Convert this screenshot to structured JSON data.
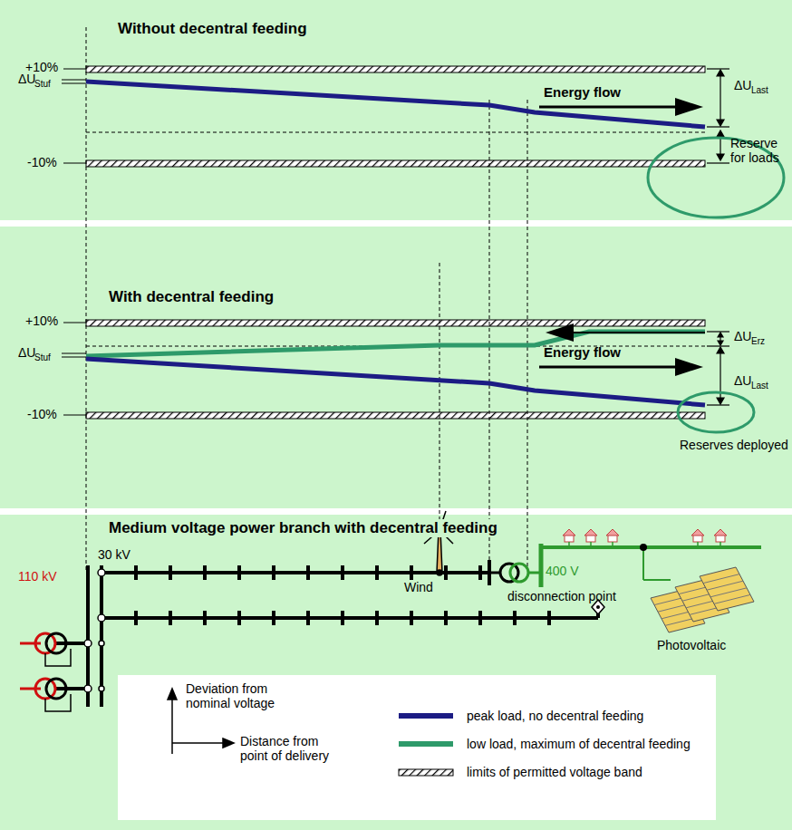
{
  "diagram": {
    "nodes": [
      {
        "text": [
          "Without decentral feeding"
        ]
      },
      {
        "text": [
          "With decentral feeding"
        ]
      },
      {
        "text": [
          "Medium voltage power branch with decentral feeding"
        ]
      }
    ],
    "labels": [
      "+10%",
      "ΔU",
      "Stuf",
      "-10%",
      "Energy flow",
      "ΔU",
      "Last",
      "Reserve for loads",
      "+10%",
      "ΔU",
      "Stuf",
      "-10%",
      "ΔU",
      "Erz",
      "Energy flow",
      "ΔU",
      "Last",
      "Reserves deployed",
      "30 kV",
      "Wind",
      "400 V",
      "disconnection point",
      "Photovoltaic",
      "110 kV",
      "Deviation from nominal voltage",
      "Distance from point of delivery"
    ],
    "legend": [
      {
        "text": "peak load, no decentral feeding",
        "color": "#1c1c84"
      },
      {
        "text": "low load, maximum of decentral feeding",
        "color": "#2e9a6a"
      },
      {
        "text": "limits of permitted voltage band"
      }
    ]
  }
}
